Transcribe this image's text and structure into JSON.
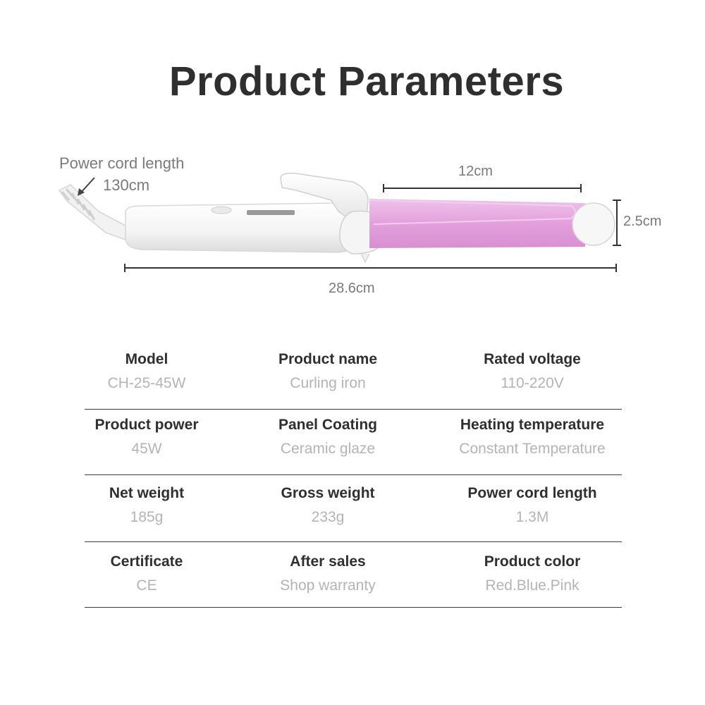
{
  "title": "Product Parameters",
  "dimensions": {
    "cord_label": "Power cord length",
    "cord_value": "130cm",
    "barrel_length": "12cm",
    "diameter": "2.5cm",
    "total_length": "28.6cm"
  },
  "colors": {
    "barrel_pink": "#e6a8e0",
    "body_white": "#f4f4f4",
    "title": "#2f2f2f",
    "label": "#2f2f2f",
    "value": "#b4b4b4",
    "divider": "#3a3a3a"
  },
  "parameters": [
    [
      {
        "label": "Model",
        "value": "CH-25-45W"
      },
      {
        "label": "Product name",
        "value": "Curling iron"
      },
      {
        "label": "Rated voltage",
        "value": "110-220V"
      }
    ],
    [
      {
        "label": "Product power",
        "value": "45W"
      },
      {
        "label": "Panel Coating",
        "value": "Ceramic glaze"
      },
      {
        "label": "Heating temperature",
        "value": "Constant Temperature"
      }
    ],
    [
      {
        "label": "Net weight",
        "value": "185g"
      },
      {
        "label": "Gross weight",
        "value": "233g"
      },
      {
        "label": "Power cord length",
        "value": "1.3M"
      }
    ],
    [
      {
        "label": "Certificate",
        "value": "CE"
      },
      {
        "label": "After sales",
        "value": "Shop warranty"
      },
      {
        "label": "Product color",
        "value": "Red.Blue.Pink"
      }
    ]
  ]
}
